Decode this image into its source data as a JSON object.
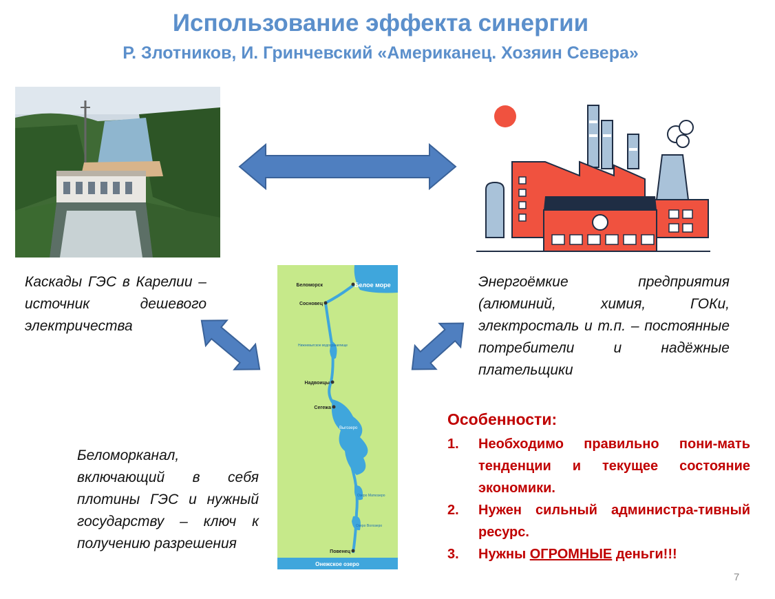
{
  "header": {
    "title": "Использование эффекта синергии",
    "subtitle": "Р. Злотников, И. Гринчевский «Американец. Хозяин Севера»"
  },
  "descriptions": {
    "ges": "Каскады ГЭС в Карелии – источник дешевого электричества",
    "industry": "Энергоёмкие предприятия (алюминий, химия, ГОКи, электросталь и т.п. – постоянные потребители и надёжные плательщики",
    "canal": "Беломорканал, включающий в себя плотины ГЭС и нужный государству – ключ к получению разрешения"
  },
  "features": {
    "title": "Особенности:",
    "items": [
      {
        "num": "1.",
        "text": "Необходимо правильно пони-мать тенденции и текущее состояние экономики."
      },
      {
        "num": "2.",
        "text": "Нужен сильный администра-тивный ресурс."
      },
      {
        "num": "3.",
        "prefix": "Нужны ",
        "emph": "ОГРОМНЫЕ",
        "suffix": " деньги!!!"
      }
    ]
  },
  "map": {
    "sea": "Белое море",
    "lake_bottom": "Онежское озеро",
    "towns": [
      "Беломорск",
      "Сосновец",
      "Надвоицы",
      "Сегежа",
      "Повенец"
    ],
    "water_labels": [
      "Нижневыгское водохранилище",
      "Выгозеро",
      "Озеро Маткозеро",
      "Озеро Волозеро"
    ]
  },
  "page_number": "7",
  "colors": {
    "title": "#5b8fcb",
    "arrow_fill": "#4f7fc0",
    "arrow_stroke": "#3a6299",
    "feature_red": "#c00000",
    "factory_red": "#f0523f",
    "map_land": "#c6e98a",
    "map_water": "#3fa6dc"
  },
  "icons": {
    "arrow_horizontal": "double-headed-arrow",
    "arrow_left": "diagonal-double-arrow",
    "arrow_right": "diagonal-double-arrow"
  }
}
